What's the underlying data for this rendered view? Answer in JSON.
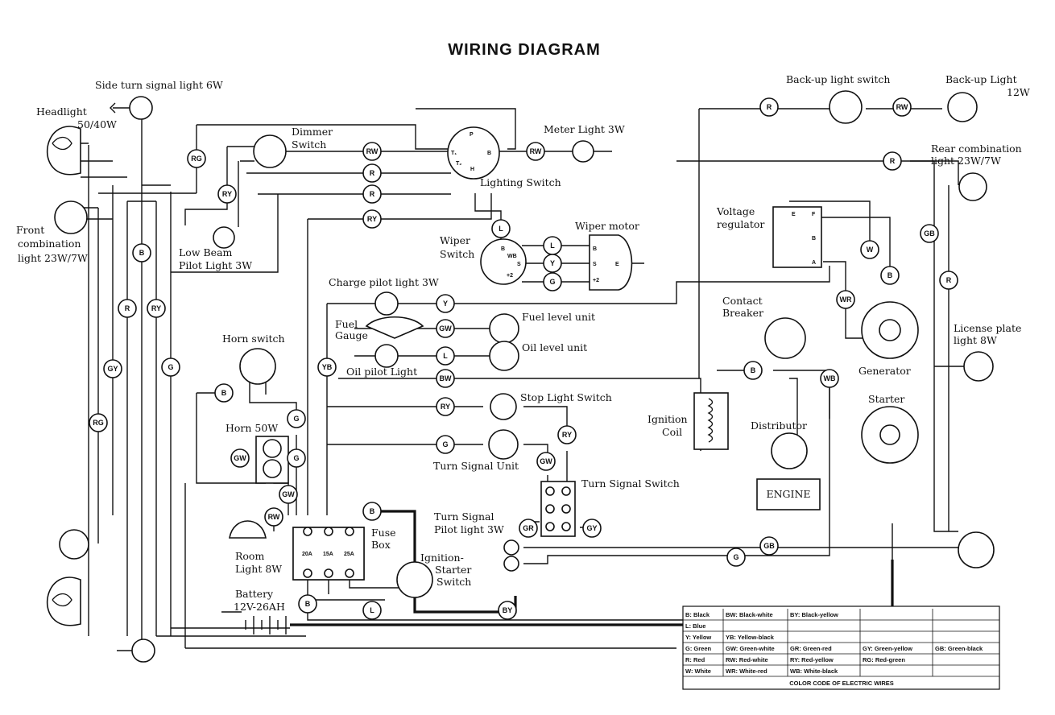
{
  "title": "WIRING DIAGRAM",
  "labels": {
    "side_turn_signal": "Side turn signal light 6W",
    "headlight_1": "Headlight",
    "headlight_2": "50/40W",
    "front_comb_1": "Front",
    "front_comb_2": "combination",
    "front_comb_3": "light  23W/7W",
    "dimmer_1": "Dimmer",
    "dimmer_2": "Switch",
    "low_beam_1": "Low  Beam",
    "low_beam_2": "Pilot Light 3W",
    "lighting_switch": "Lighting Switch",
    "meter_light": "Meter Light 3W",
    "wiper_motor": "Wiper motor",
    "wiper_switch_1": "Wiper",
    "wiper_switch_2": "Switch",
    "charge_pilot": "Charge pilot light 3W",
    "fuel_gauge_1": "Fuel",
    "fuel_gauge_2": "Gauge",
    "fuel_level": "Fuel level unit",
    "oil_level": "Oil level unit",
    "oil_pilot": "Oil pilot Light",
    "horn_switch": "Horn switch",
    "horn": "Horn 50W",
    "stop_light_switch": "Stop Light Switch",
    "turn_signal_unit": "Turn Signal Unit",
    "turn_signal_switch": "Turn Signal Switch",
    "ts_pilot_1": "Turn Signal",
    "ts_pilot_2": "Pilot light 3W",
    "fuse_1": "Fuse",
    "fuse_2": "Box",
    "room_1": "Room",
    "room_2": "Light 8W",
    "battery_1": "Battery",
    "battery_2": "12V-26AH",
    "ign_sw_1": "Ignition-",
    "ign_sw_2": "Starter",
    "ign_sw_3": "Switch",
    "backup_switch": "Back-up light switch",
    "backup_light_1": "Back-up Light",
    "backup_light_2": "12W",
    "rear_comb_1": "Rear  combination",
    "rear_comb_2": "light  23W/7W",
    "voltage_reg_1": "Voltage",
    "voltage_reg_2": "regulator",
    "contact_1": "Contact",
    "contact_2": "Breaker",
    "generator": "Generator",
    "license_1": "License plate",
    "license_2": "light  8W",
    "starter": "Starter",
    "ign_coil_1": "Ignition",
    "ign_coil_2": "Coil",
    "distributor": "Distributor",
    "engine": "ENGINE"
  },
  "terminals": {
    "p": "P",
    "b": "B",
    "t1": "T₁",
    "t2": "T₂",
    "h": "H",
    "wb": "WB",
    "s": "S",
    "plus2": "+2",
    "e": "E",
    "f": "F",
    "a": "A"
  },
  "fuses": [
    "20A",
    "15A",
    "25A"
  ],
  "legend": {
    "caption": "COLOR CODE OF ELECTRIC WIRES",
    "rows": [
      [
        "B: Black",
        "BW: Black-white",
        "BY: Black-yellow",
        "",
        ""
      ],
      [
        "L: Blue",
        "",
        "",
        "",
        ""
      ],
      [
        "Y: Yellow",
        "YB: Yellow-black",
        "",
        "",
        ""
      ],
      [
        "G: Green",
        "GW: Green-white",
        "GR: Green-red",
        "GY: Green-yellow",
        "GB: Green-black"
      ],
      [
        "R: Red",
        "RW: Red-white",
        "RY: Red-yellow",
        "RG: Red-green",
        ""
      ],
      [
        "W: White",
        "WR: White-red",
        "WB: White-black",
        "",
        ""
      ]
    ]
  },
  "wire_tags": [
    {
      "text": "RG"
    },
    {
      "text": "RY"
    },
    {
      "text": "B"
    },
    {
      "text": "R"
    },
    {
      "text": "RY"
    },
    {
      "text": "GY"
    },
    {
      "text": "G"
    },
    {
      "text": "RG"
    },
    {
      "text": "RW"
    },
    {
      "text": "R"
    },
    {
      "text": "R"
    },
    {
      "text": "RY"
    },
    {
      "text": "RW"
    },
    {
      "text": "L"
    },
    {
      "text": "L"
    },
    {
      "text": "Y"
    },
    {
      "text": "G"
    },
    {
      "text": "Y"
    },
    {
      "text": "GW"
    },
    {
      "text": "L"
    },
    {
      "text": "BW"
    },
    {
      "text": "YB"
    },
    {
      "text": "RY"
    },
    {
      "text": "G"
    },
    {
      "text": "RY"
    },
    {
      "text": "GW"
    },
    {
      "text": "B"
    },
    {
      "text": "G"
    },
    {
      "text": "GW"
    },
    {
      "text": "G"
    },
    {
      "text": "GW"
    },
    {
      "text": "RW"
    },
    {
      "text": "B"
    },
    {
      "text": "B"
    },
    {
      "text": "L"
    },
    {
      "text": "BY"
    },
    {
      "text": "GR"
    },
    {
      "text": "GY"
    },
    {
      "text": "R"
    },
    {
      "text": "RW"
    },
    {
      "text": "R"
    },
    {
      "text": "GB"
    },
    {
      "text": "R"
    },
    {
      "text": "W"
    },
    {
      "text": "B"
    },
    {
      "text": "WR"
    },
    {
      "text": "WB"
    },
    {
      "text": "B"
    },
    {
      "text": "GB"
    },
    {
      "text": "G"
    }
  ]
}
